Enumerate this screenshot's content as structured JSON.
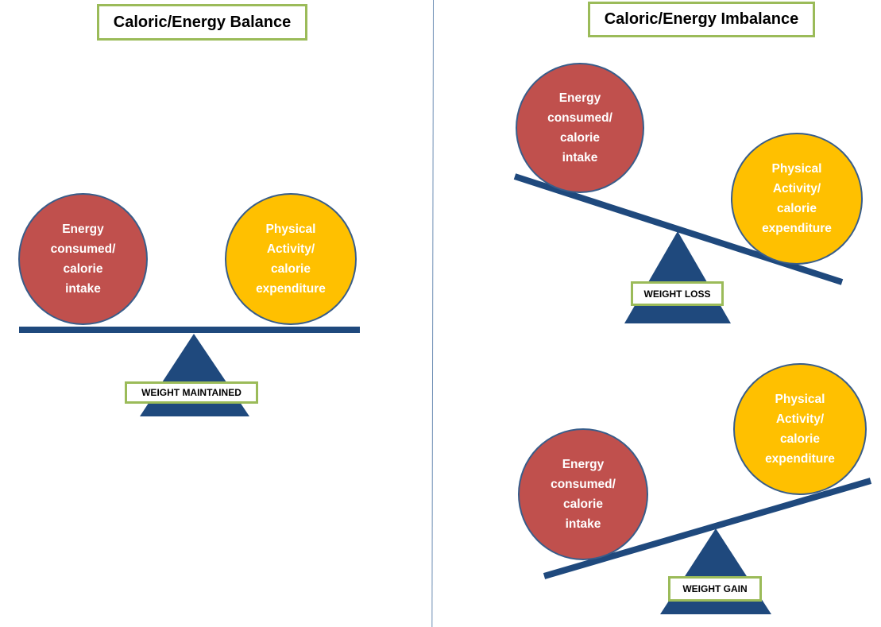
{
  "balance": {
    "title": "Caloric/Energy Balance",
    "label": "WEIGHT MAINTAINED",
    "intake": [
      "Energy",
      "consumed/",
      "calorie",
      "intake"
    ],
    "expenditure": [
      "Physical",
      "Activity/",
      "calorie",
      "expenditure"
    ]
  },
  "imbalance": {
    "title": "Caloric/Energy Imbalance",
    "loss": {
      "label": "WEIGHT LOSS",
      "intake": [
        "Energy",
        "consumed/",
        "calorie",
        "intake"
      ],
      "expenditure": [
        "Physical",
        "Activity/",
        "calorie",
        "expenditure"
      ]
    },
    "gain": {
      "label": "WEIGHT GAIN",
      "intake": [
        "Energy",
        "consumed/",
        "calorie",
        "intake"
      ],
      "expenditure": [
        "Physical",
        "Activity/",
        "calorie",
        "expenditure"
      ]
    }
  },
  "colors": {
    "intake": "#c0504d",
    "expenditure": "#ffc000",
    "beam": "#1f497d",
    "fulcrum": "#1f497d",
    "box_border": "#9bbb59"
  }
}
